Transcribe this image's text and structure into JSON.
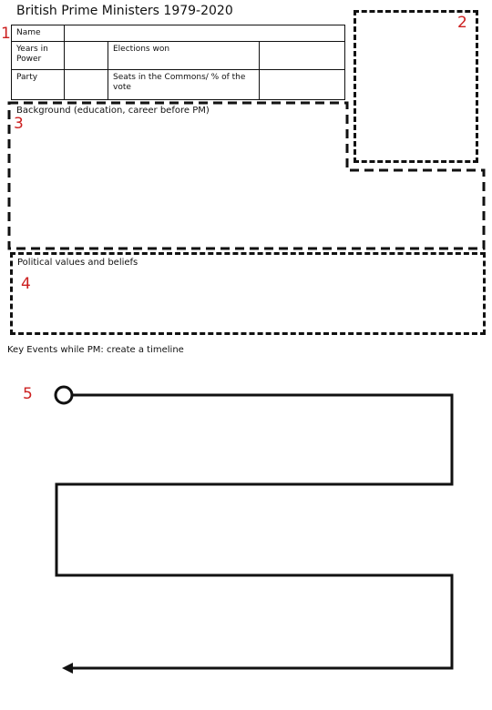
{
  "worksheet": {
    "title": "British Prime Ministers 1979-2020",
    "section_numbers": [
      "1",
      "2",
      "3",
      "4",
      "5"
    ],
    "info_table": {
      "name_label": "Name",
      "years_label": "Years in Power",
      "elections_label": "Elections won",
      "party_label": "Party",
      "seats_label": "Seats in the Commons/ % of the vote"
    },
    "background_label": "Background (education, career before PM)",
    "values_label": "Political values and beliefs",
    "timeline_label": "Key Events while PM: create a timeline"
  }
}
